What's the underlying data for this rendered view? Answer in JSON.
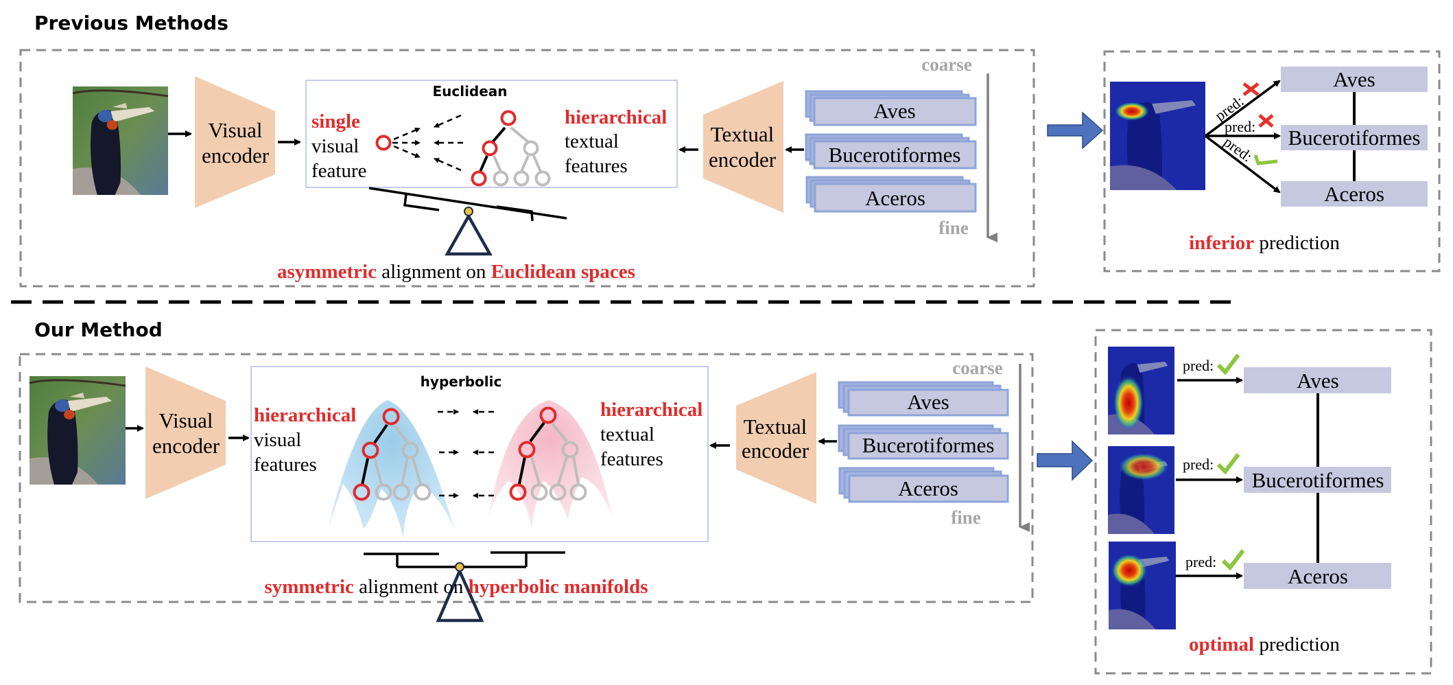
{
  "sections": {
    "previous": {
      "title": "Previous Methods",
      "visual_encoder": [
        "Visual",
        "encoder"
      ],
      "textual_encoder": [
        "Textual",
        "encoder"
      ],
      "space_label": "Euclidean",
      "left_feature": {
        "highlight": "single",
        "lines": [
          "visual",
          "feature"
        ]
      },
      "right_feature": {
        "highlight": "hierarchical",
        "lines": [
          "textual",
          "features"
        ]
      },
      "caption": {
        "part1": "asymmetric",
        "part2": " alignment on ",
        "part3": "Euclidean spaces"
      },
      "result_caption": {
        "highlight": "inferior",
        "rest": " prediction"
      },
      "predictions": [
        {
          "label": "pred:",
          "target": "Aves",
          "correct": false
        },
        {
          "label": "pred:",
          "target": "Bucerotiformes",
          "correct": false
        },
        {
          "label": "pred:",
          "target": "Aceros",
          "correct": true
        }
      ]
    },
    "ours": {
      "title": "Our Method",
      "visual_encoder": [
        "Visual",
        "encoder"
      ],
      "textual_encoder": [
        "Textual",
        "encoder"
      ],
      "space_label": "hyperbolic",
      "left_feature": {
        "highlight": "hierarchical",
        "lines": [
          "visual",
          "features"
        ]
      },
      "right_feature": {
        "highlight": "hierarchical",
        "lines": [
          "textual",
          "features"
        ]
      },
      "caption": {
        "part1": "symmetric",
        "part2": " alignment on ",
        "part3": "hyperbolic manifolds"
      },
      "result_caption": {
        "highlight": "optimal",
        "rest": " prediction"
      },
      "predictions": [
        {
          "label": "pred:",
          "target": "Aves",
          "correct": true
        },
        {
          "label": "pred:",
          "target": "Bucerotiformes",
          "correct": true
        },
        {
          "label": "pred:",
          "target": "Aceros",
          "correct": true
        }
      ]
    }
  },
  "taxonomy": [
    "Aves",
    "Bucerotiformes",
    "Aceros"
  ],
  "granularity": {
    "top": "coarse",
    "bottom": "fine"
  },
  "colors": {
    "highlight": "#e02b2b",
    "encoder": "#f2cdb0",
    "label_box": "#c6c8df",
    "check": "#8dc63f",
    "cross": "#e8302a",
    "arrow": "#4f72bd"
  }
}
